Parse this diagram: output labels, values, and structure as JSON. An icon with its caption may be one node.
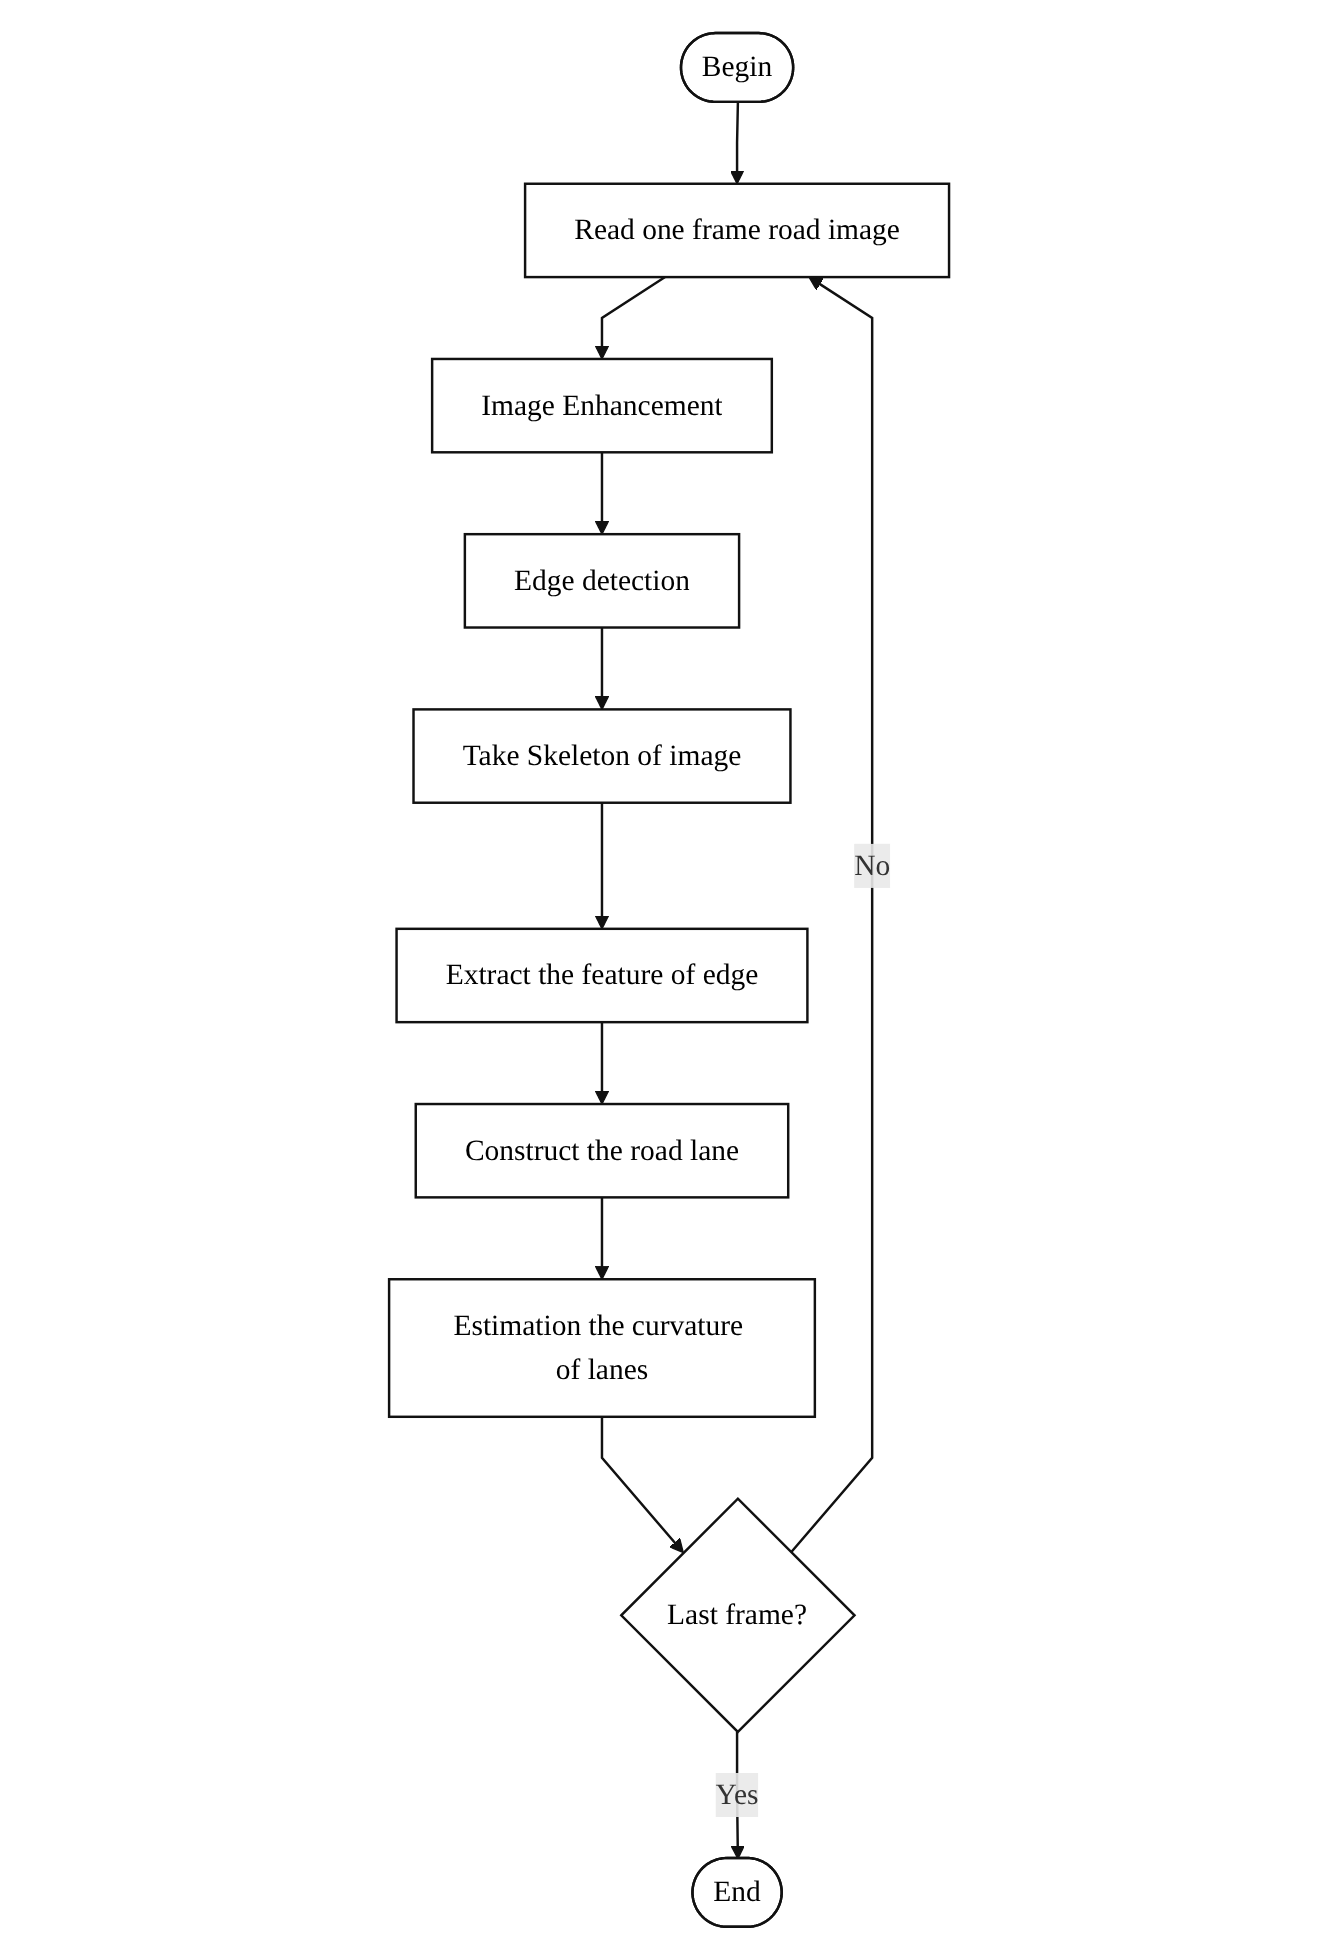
{
  "diagram": {
    "nodes": [
      {
        "text": [
          "Begin"
        ]
      },
      {
        "text": [
          "Read one frame road image"
        ]
      },
      {
        "text": [
          "Image Enhancement"
        ]
      },
      {
        "text": [
          "Edge detection"
        ]
      },
      {
        "text": [
          "Take Skeleton of image"
        ]
      },
      {
        "text": [
          "Extract the feature of edge"
        ]
      },
      {
        "text": [
          "Construct the road lane"
        ]
      },
      {
        "text": [
          "Estimation the curvature of lanes"
        ]
      },
      {
        "text": [
          "End"
        ]
      },
      {
        "text": [
          "Last frame?"
        ]
      }
    ],
    "edges": [
      {
        "from": 0,
        "to": 1,
        "arrow": "to"
      },
      {
        "from": 1,
        "to": 2,
        "arrow": "to"
      },
      {
        "from": 2,
        "to": 3,
        "arrow": "to"
      },
      {
        "from": 3,
        "to": 4,
        "arrow": "to"
      },
      {
        "from": 4,
        "to": 5,
        "arrow": "to"
      },
      {
        "from": 5,
        "to": 6,
        "arrow": "to"
      },
      {
        "from": 6,
        "to": 7,
        "arrow": "to"
      },
      {
        "from": 7,
        "to": 9,
        "arrow": "to"
      },
      {
        "from": 9,
        "to": 8,
        "label": "Yes",
        "arrow": "to"
      },
      {
        "from": 9,
        "to": 1,
        "label": "No",
        "arrow": "to"
      }
    ]
  }
}
